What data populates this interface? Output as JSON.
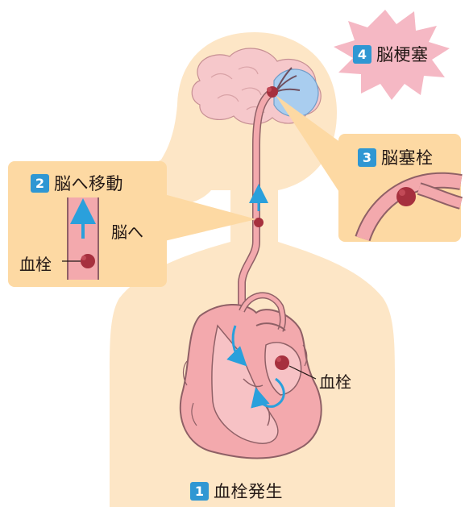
{
  "labels": {
    "step1": {
      "number": "1",
      "text": "血栓発生"
    },
    "step2": {
      "number": "2",
      "text": "脳へ移動"
    },
    "step3": {
      "number": "3",
      "text": "脳塞栓"
    },
    "step4": {
      "number": "4",
      "text": "脳梗塞"
    },
    "clot_heart": "血栓",
    "clot_inset": "血栓",
    "to_brain": "脳へ"
  },
  "colors": {
    "body": "#fde6c6",
    "brain": "#f6c8cb",
    "infarct": "#a9cdef",
    "vessel": "#f3a9ad",
    "clot": "#a6303e",
    "panel": "#fdd9a3",
    "burst": "#f5b8c4",
    "number_badge": "#2f97d3",
    "arrow": "#2aa0dc"
  }
}
